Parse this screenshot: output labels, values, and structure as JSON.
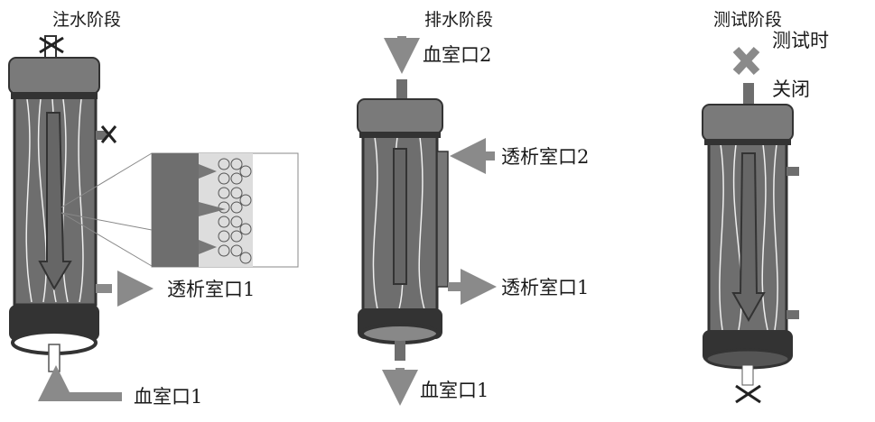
{
  "stages": [
    {
      "title": "注水阶段",
      "labels": {
        "dialysate_port_1": "透析室口1",
        "blood_port_1": "血室口1"
      }
    },
    {
      "title": "排水阶段",
      "labels": {
        "blood_port_2": "血室口2",
        "dialysate_port_2": "透析室口2",
        "dialysate_port_1": "透析室口1",
        "blood_port_1": "血室口1"
      }
    },
    {
      "title": "测试阶段",
      "labels": {
        "closed_note_line1": "测试时",
        "closed_note_line2": "关闭"
      }
    }
  ],
  "colors": {
    "body": "#6e6e6e",
    "cap": "#7a7a7a",
    "dark": "#333333",
    "arrow": "#8a8a8a"
  }
}
